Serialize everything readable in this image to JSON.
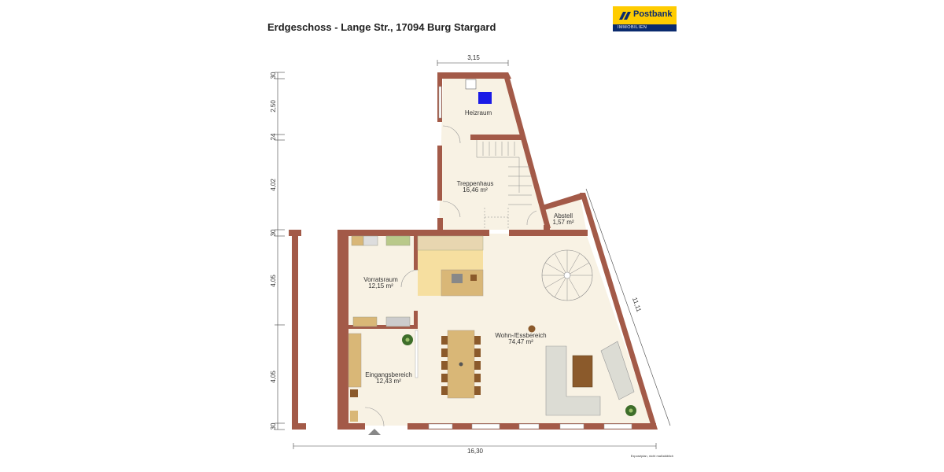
{
  "title": "Erdgeschoss - Lange Str., 17094 Burg Stargard",
  "logo": {
    "brand": "Postbank",
    "sub": "IMMOBILIEN"
  },
  "rooms": [
    {
      "name": "Heizraum",
      "area": ""
    },
    {
      "name": "Treppenhaus",
      "area": "16,46 m²"
    },
    {
      "name": "Abstell",
      "area": "1,57 m²"
    },
    {
      "name": "Vorratsraum",
      "area": "12,15 m²"
    },
    {
      "name": "Wohn-/Essbereich",
      "area": "74,47 m²"
    },
    {
      "name": "Eingangsbereich",
      "area": "12,43 m²"
    }
  ],
  "dimensions": {
    "top": "3,15",
    "bottom": "16,30",
    "diagonal": "11,11",
    "left": [
      "30",
      "2,50",
      "24",
      "4,02",
      "30",
      "4,05",
      "4,05",
      "30"
    ]
  },
  "note": "Exposéplan, nicht maßstäblich",
  "colors": {
    "wall": "#a35a48",
    "floor": "#f8f2e4",
    "kitchen": "#f6dfa0",
    "logo_yellow": "#ffcc00",
    "logo_blue": "#0a2a6e"
  }
}
